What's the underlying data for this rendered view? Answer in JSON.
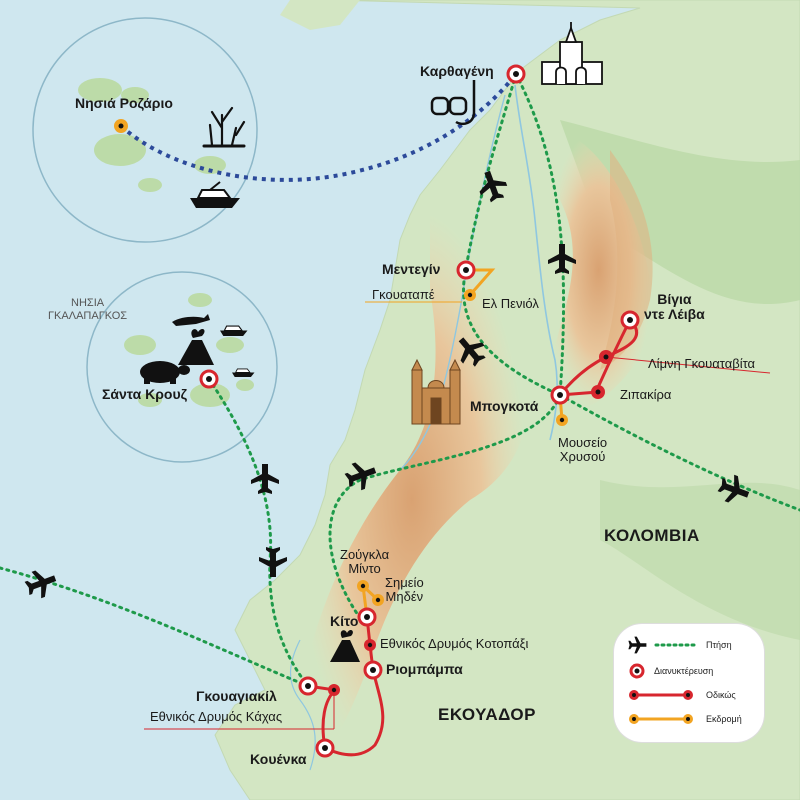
{
  "map": {
    "cities": {
      "cartagena": "Καρθαγένη",
      "rosario": "Νησιά Ροζάριο",
      "medellin": "Μεντεγίν",
      "guatape": "Γκουαταπέ",
      "penol": "Ελ Πενιόλ",
      "villa_leyva": "Βίγια\nντε Λέιβα",
      "guatavita": "Λίμνη Γκουαταβίτα",
      "zipaquira": "Ζιπακίρα",
      "bogota": "Μπογκοτά",
      "gold_museum": "Μουσείο\nΧρυσού",
      "santa_cruz": "Σάντα Κρουζ",
      "galapagos_region": "ΝΗΣΙΑ\nΓΚΑΛΑΠΑΓΚΟΣ",
      "mindo": "Ζούγκλα\nΜίντο",
      "mid_world": "Σημείο\nΜηδέν",
      "quito": "Κίτο",
      "cotopaxi": "Εθνικός Δρυμός Κοτοπάξι",
      "riobamba": "Ριομπάμπα",
      "guayaquil": "Γκουαγιακίλ",
      "cajas": "Εθνικός Δρυμός Κάχας",
      "cuenca": "Κουένκα"
    },
    "countries": {
      "colombia": "ΚΟΛΟΜΒΙΑ",
      "ecuador": "ΕΚΟΥΑΔΟΡ"
    },
    "legend": {
      "flight": "Πτήση",
      "overnight": "Διανυκτέρευση",
      "road": "Οδικώς",
      "excursion": "Εκδρομή"
    },
    "colors": {
      "flight": "#1e9a4a",
      "road": "#d7262e",
      "excursion": "#f2a422",
      "boat": "#2c4a9a",
      "sea": "#cfe7ef",
      "land": "#cfe4c0",
      "mountain": "#e3b98b"
    }
  }
}
